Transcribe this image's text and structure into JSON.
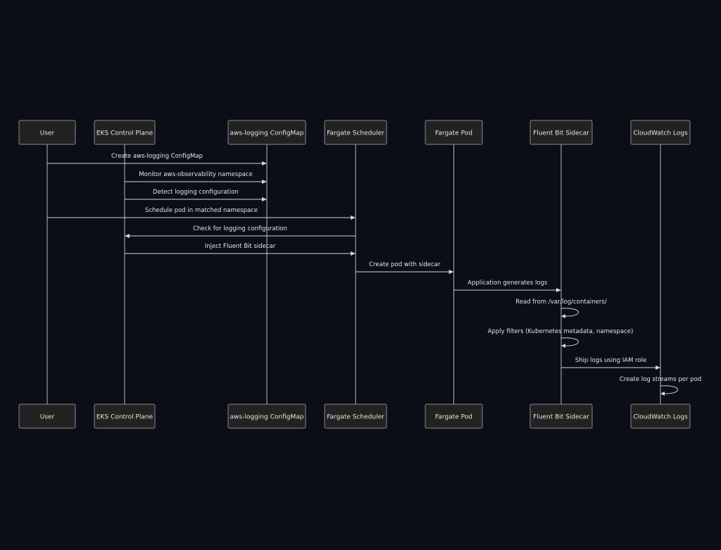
{
  "diagram": {
    "type": "sequence",
    "participants": [
      {
        "id": "user",
        "label": "User"
      },
      {
        "id": "eks",
        "label": "EKS Control Plane"
      },
      {
        "id": "cm",
        "label": "aws-logging ConfigMap"
      },
      {
        "id": "sched",
        "label": "Fargate Scheduler"
      },
      {
        "id": "pod",
        "label": "Fargate Pod"
      },
      {
        "id": "fb",
        "label": "Fluent Bit Sidecar"
      },
      {
        "id": "cw",
        "label": "CloudWatch Logs"
      }
    ],
    "messages": [
      {
        "from": 0,
        "to": 2,
        "label": "Create aws-logging ConfigMap"
      },
      {
        "from": 1,
        "to": 2,
        "label": "Monitor aws-observability namespace"
      },
      {
        "from": 1,
        "to": 2,
        "label": "Detect logging configuration"
      },
      {
        "from": 0,
        "to": 3,
        "label": "Schedule pod in matched namespace"
      },
      {
        "from": 3,
        "to": 1,
        "label": "Check for logging configuration"
      },
      {
        "from": 1,
        "to": 3,
        "label": "Inject Fluent Bit sidecar"
      },
      {
        "from": 3,
        "to": 4,
        "label": "Create pod with sidecar"
      },
      {
        "from": 4,
        "to": 5,
        "label": "Application generates logs"
      },
      {
        "from": 5,
        "to": 5,
        "label": "Read from /var/log/containers/"
      },
      {
        "from": 5,
        "to": 5,
        "label": "Apply filters (Kubernetes metadata, namespace)"
      },
      {
        "from": 5,
        "to": 6,
        "label": "Ship logs using IAM role"
      },
      {
        "from": 6,
        "to": 6,
        "label": "Create log streams per pod"
      }
    ]
  }
}
